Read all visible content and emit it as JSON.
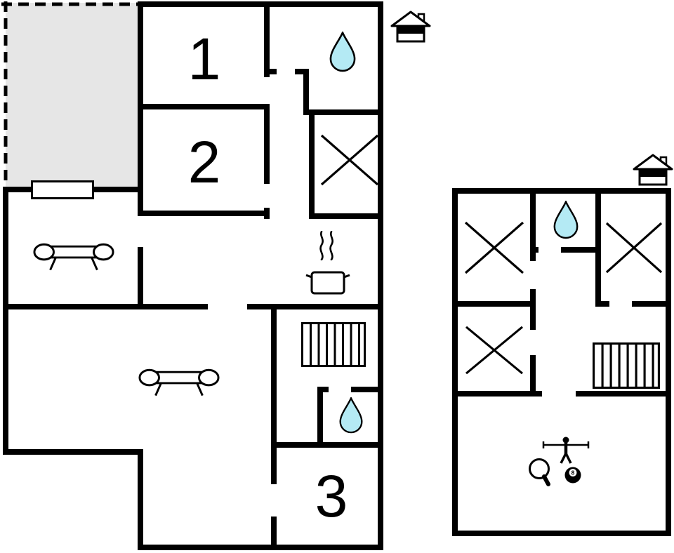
{
  "page": {
    "background": "#ffffff"
  },
  "colors": {
    "wall": "#000000",
    "drop_fill": "#b4eaf4",
    "terrace_fill": "#e6e6e6",
    "outline": "#000000",
    "eight_ball": "#000000"
  },
  "plans": {
    "ground_floor": {
      "name": "ground floor plan",
      "room_labels": {
        "room1": "1",
        "room2": "2",
        "room3": "3"
      },
      "features": [
        "terrace",
        "living-room-sofa",
        "lounge-sofa",
        "bathroom-water-drop",
        "shower-water-drop",
        "cross-room",
        "stairs",
        "kitchen-pot",
        "steam",
        "door-window-marker",
        "house-level-indicator"
      ]
    },
    "upper_floor": {
      "name": "upper floor plan",
      "features": [
        "cross-room",
        "cross-room",
        "cross-room",
        "bathroom-water-drop",
        "stairs",
        "table-football-player",
        "table-tennis-paddle",
        "eight-ball",
        "house-level-indicator"
      ],
      "eight_ball_label": "8"
    }
  }
}
